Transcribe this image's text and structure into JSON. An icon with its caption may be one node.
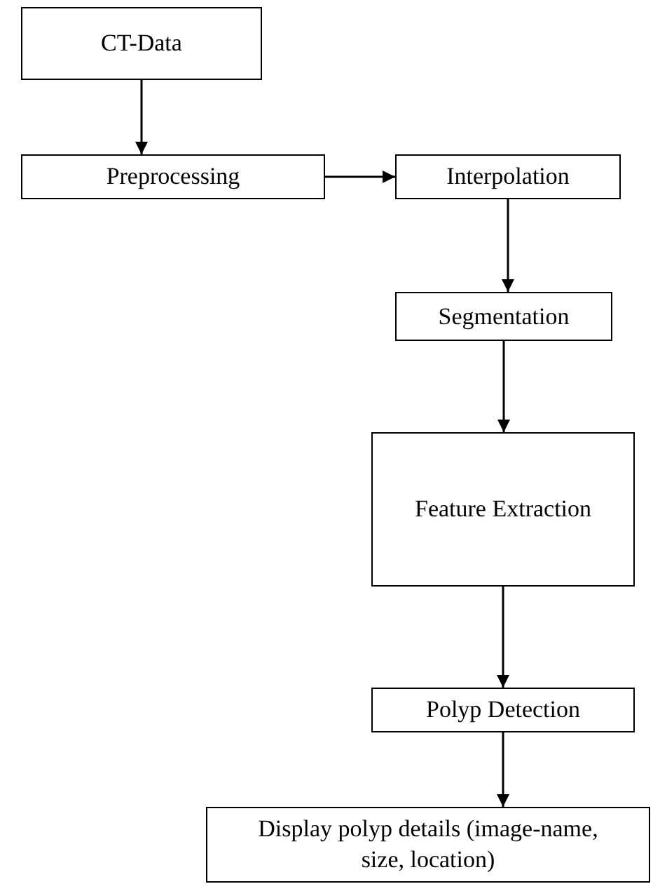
{
  "diagram": {
    "nodes": [
      {
        "text": [
          "CT-Data"
        ]
      },
      {
        "text": [
          "Preprocessing"
        ]
      },
      {
        "text": [
          "Interpolation"
        ]
      },
      {
        "text": [
          "Segmentation"
        ]
      },
      {
        "text": [
          "Feature Extraction"
        ]
      },
      {
        "text": [
          "Polyp Detection"
        ]
      },
      {
        "text": [
          "Display polyp details (image-name, size, location)"
        ]
      }
    ],
    "edges": [
      {
        "from": 0,
        "to": 1,
        "arrow": "to"
      },
      {
        "from": 1,
        "to": 2,
        "arrow": "to"
      },
      {
        "from": 2,
        "to": 3,
        "arrow": "to"
      },
      {
        "from": 3,
        "to": 4,
        "arrow": "to"
      },
      {
        "from": 4,
        "to": 5,
        "arrow": "to"
      },
      {
        "from": 5,
        "to": 6,
        "arrow": "to"
      }
    ]
  }
}
